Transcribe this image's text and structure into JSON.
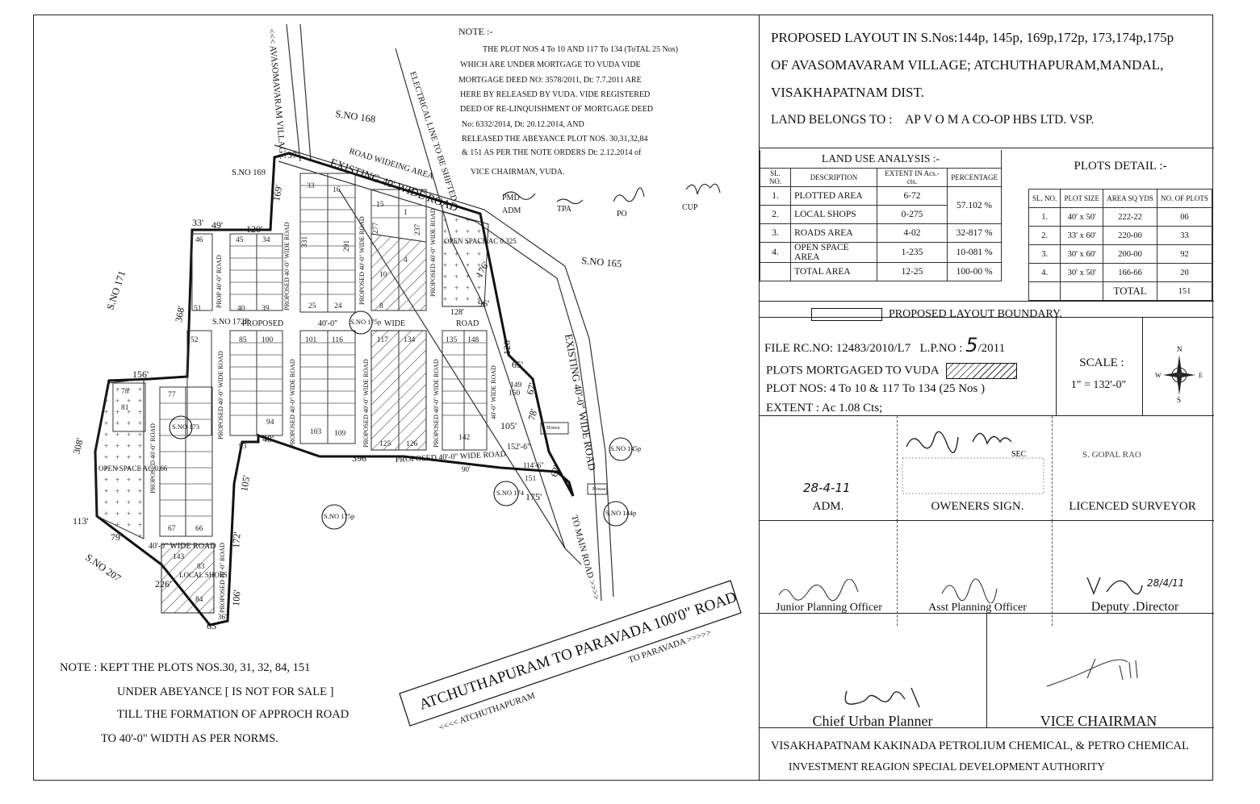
{
  "header": {
    "line1": "PROPOSED LAYOUT IN S.Nos:144p, 145p, 169p,172p, 173,174p,175p",
    "line2": "OF AVASOMAVARAM VILLAGE; ATCHUTHAPURAM,MANDAL,",
    "line3": "VISAKHAPATNAM DIST.",
    "land_label": "LAND BELONGS TO :",
    "land_owner": "AP V O M A CO-OP HBS LTD. VSP."
  },
  "land_use": {
    "title": "LAND USE ANALYSIS :-",
    "col_sl": "SL. NO.",
    "col_desc": "DESCRIPTION",
    "col_extent": "EXTENT IN Acs.- cts.",
    "col_pct": "PERCENTAGE",
    "rows": [
      {
        "sl": "1.",
        "desc": "PLOTTED AREA",
        "extent": "6-72",
        "pct": "57.102 %"
      },
      {
        "sl": "2.",
        "desc": "LOCAL SHOPS",
        "extent": "0-275",
        "pct": ""
      },
      {
        "sl": "3.",
        "desc": "ROADS AREA",
        "extent": "4-02",
        "pct": "32-817 %"
      },
      {
        "sl": "4.",
        "desc": "OPEN SPACE AREA",
        "extent": "1-235",
        "pct": "10-081 %"
      }
    ],
    "total_label": "TOTAL AREA",
    "total_extent": "12-25",
    "total_pct": "100-00 %"
  },
  "plots": {
    "title": "PLOTS DETAIL :-",
    "col_sl": "SL. NO.",
    "col_size": "PLOT SIZE",
    "col_area": "AREA SQ YDS",
    "col_no": "NO. OF PLOTS",
    "rows": [
      {
        "sl": "1.",
        "size": "40' x 50'",
        "area": "222-22",
        "no": "06"
      },
      {
        "sl": "2.",
        "size": "33' x 60'",
        "area": "220-00",
        "no": "33"
      },
      {
        "sl": "3.",
        "size": "30' x 60'",
        "area": "200-00",
        "no": "92"
      },
      {
        "sl": "4.",
        "size": "30' x 50'",
        "area": "166-66",
        "no": "20"
      }
    ],
    "total_label": "TOTAL",
    "total_no": "151"
  },
  "boundary_legend": "PROPOSED LAYOUT BOUNDARY.",
  "file_info": {
    "file_no": "FILE RC.NO: 12483/2010/L7",
    "lp_label": "L.P.NO :",
    "lp_no": "5",
    "lp_year": "/2011",
    "mortgaged": "PLOTS MORTGAGED TO VUDA",
    "plot_nos": "PLOT NOS: 4 To 10  &  117  To 134 (25 Nos )",
    "extent": "EXTENT :  Ac  1.08 Cts;"
  },
  "scale": {
    "label": "SCALE :",
    "value": "1\" = 132'-0\""
  },
  "compass": {
    "n": "N",
    "s": "S",
    "e": "E",
    "w": "W"
  },
  "signatures": {
    "adm": "ADM.",
    "adm_date": "28-4-11",
    "owners": "OWENERS SIGN.",
    "owners_sec": "SEC",
    "surveyor": "LICENCED SURVEYOR",
    "surveyor_name": "S. GOPAL RAO",
    "jpo": "Junior  Planning Officer",
    "apo": "Asst Planning Officer",
    "dd": "Deputy .Director",
    "dd_date": "28/4/11",
    "cup": "Chief Urban Planner",
    "vc": "VICE CHAIRMAN"
  },
  "authority": {
    "line1": "VISAKHAPATNAM  KAKINADA PETROLIUM CHEMICAL, & PETRO CHEMICAL",
    "line2": "INVESTMENT  REAGION SPECIAL DEVELOPMENT AUTHORITY"
  },
  "note_top": {
    "heading": "NOTE :-",
    "lines": [
      "THE PLOT NOS 4 To 10 AND 117 To 134 (ToTAL 25 Nos)",
      "WHICH ARE UNDER MORTGAGE TO VUDA VIDE",
      "MORTGAGE DEED NO: 3578/2011, Dt: 7.7.2011 ARE",
      "HERE BY RELEASED BY VUDA. VIDE REGISTERED",
      "DEED OF RE-LINQUISHMENT OF MORTGAGE DEED",
      "No: 6332/2014, Dt: 20.12.2014, AND",
      "RELEASED THE ABEYANCE PLOT NOS. 30,31,32,84",
      "& 151 AS PER THE NOTE ORDERS Dt: 2.12.2014 of",
      "VICE CHAIRMAN, VUDA."
    ],
    "initials": [
      "PMD",
      "ADM",
      "TPA",
      "PO",
      "CUP"
    ]
  },
  "note_bottom": {
    "lines": [
      "NOTE : KEPT THE PLOTS  NOS.30, 31, 32, 84, 151",
      "UNDER ABEYANCE [ IS NOT FOR SALE ]",
      "TILL THE FORMATION OF APPROCH ROAD",
      "TO 40'-0\" WIDTH AS PER NORMS."
    ]
  },
  "map": {
    "survey_nos": [
      "S.NO 168",
      "S.NO 169",
      "S.NO 171",
      "S.NO 165",
      "S.NO 207",
      "S.NO 172P",
      "S.NO 173",
      "S.NO 175p",
      "S.NO 174",
      "S.NO 145p",
      "S.NO 144p"
    ],
    "roads": {
      "village": "<<< AVASOMAVARAM VILLAGE",
      "widening": "ROAD WIDEING AREA",
      "existing_top": "EXISTING 40' WIDE ROAD",
      "existing_right": "EXISTING 40'-0\" WIDE ROAD",
      "electrical": "ELECTRICAL LINE TO BE SHIFTED",
      "main": "ATCHUTHAPURAM  TO  PARAVADA 100'0\" ROAD",
      "to_paravada": "TO PARAVADA >>>>>",
      "to_atchuthapuram": "<<<< ATCHUTHAPURAM",
      "to_main": "TO MAIN ROAD >>>>",
      "proposed_h1": "PROPOSED",
      "proposed_h2": "40'-0\"",
      "proposed_h3": "WIDE",
      "proposed_h4": "ROAD",
      "proposed_bottom": "PROPOSED 40'-0\" WIDE ROAD",
      "proposed_40_bottom": "40'-0\" WIDE ROAD",
      "proposed_v": "PROPOSED 40'-0\" WIDE ROAD",
      "prop_40": "PROP 40'-0\" ROAD",
      "prop_road": "PROPOSED 40'-0\" ROAD",
      "right_v": "40'-0\" WIDE ROAD"
    },
    "open_space_left": "OPEN SPACE AC 0.66",
    "open_space_top": "OPEN SPACE AC 0.325",
    "local_shops": "LOCAL SHOPS",
    "house": "House",
    "plot_numbers": [
      "33",
      "16",
      "15",
      "1",
      "46",
      "45",
      "34",
      "331",
      "291",
      "277",
      "237",
      "10",
      "4",
      "25",
      "24",
      "8",
      "51",
      "40",
      "39",
      "85",
      "100",
      "101",
      "116",
      "117",
      "134",
      "135",
      "148",
      "52",
      "149",
      "150",
      "78",
      "81",
      "77",
      "94",
      "103",
      "109",
      "125",
      "126",
      "142",
      "93",
      "151",
      "67",
      "66",
      "143",
      "83",
      "84"
    ],
    "dimensions": [
      "37'",
      "49'",
      "120'",
      "33'",
      "169'",
      "368'",
      "156'",
      "308'",
      "113'",
      "79'",
      "226'",
      "63'",
      "106'",
      "172'",
      "105'",
      "48'",
      "396'",
      "176'",
      "96'",
      "128'",
      "120'",
      "65'",
      "67'",
      "78'",
      "105'",
      "152'-6\"",
      "114'-6\"",
      "175'",
      "90'",
      "62'",
      "36'"
    ]
  }
}
